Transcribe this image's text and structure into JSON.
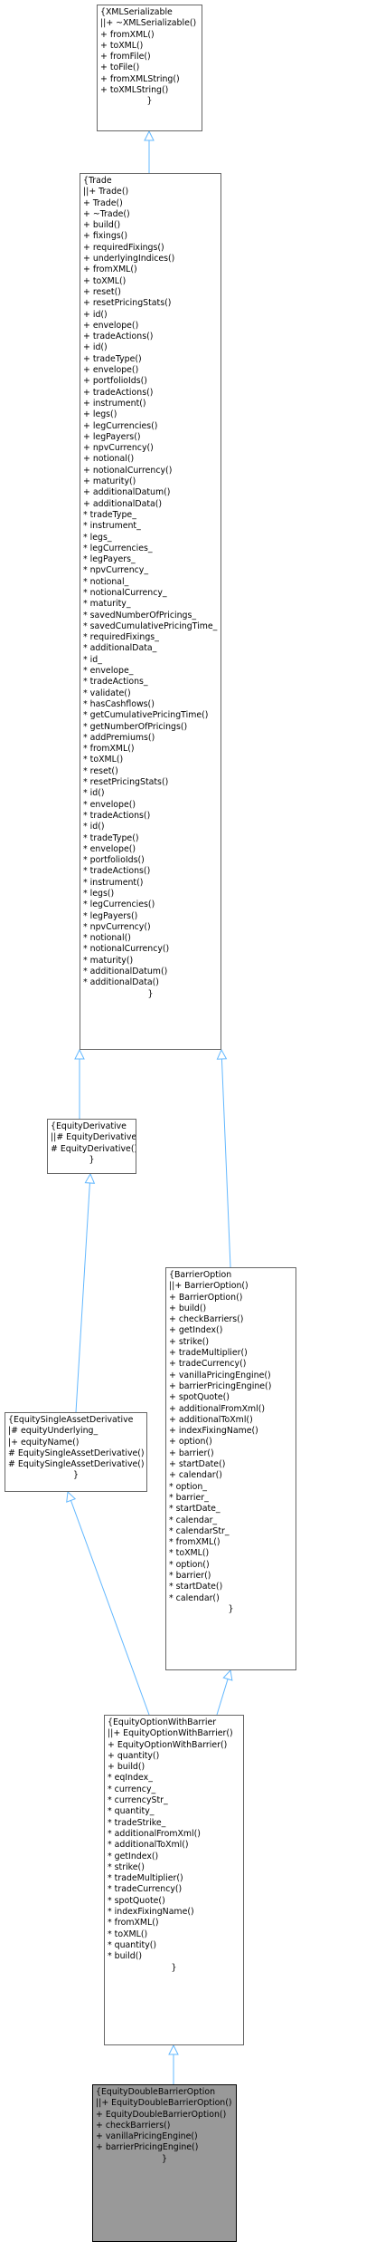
{
  "diagram": {
    "colors": {
      "box_border": "#666666",
      "edge": "#63B8FF",
      "focus_fill": "#999999",
      "focus_border": "#000000"
    },
    "classes": [
      {
        "id": "xml_serializable",
        "lines": [
          "{XMLSerializable",
          "||+ ~XMLSerializable()",
          "+ fromXML()",
          "+ toXML()",
          "+ fromFile()",
          "+ toFile()",
          "+ fromXMLString()",
          "+ toXMLString()",
          "}"
        ]
      },
      {
        "id": "trade",
        "lines": [
          "{Trade",
          "||+ Trade()",
          "+ Trade()",
          "+ ~Trade()",
          "+ build()",
          "+ fixings()",
          "+ requiredFixings()",
          "+ underlyingIndices()",
          "+ fromXML()",
          "+ toXML()",
          "+ reset()",
          "+ resetPricingStats()",
          "+ id()",
          "+ envelope()",
          "+ tradeActions()",
          "+ id()",
          "+ tradeType()",
          "+ envelope()",
          "+ portfolioIds()",
          "+ tradeActions()",
          "+ instrument()",
          "+ legs()",
          "+ legCurrencies()",
          "+ legPayers()",
          "+ npvCurrency()",
          "+ notional()",
          "+ notionalCurrency()",
          "+ maturity()",
          "+ additionalDatum()",
          "+ additionalData()",
          "* tradeType_",
          "* instrument_",
          "* legs_",
          "* legCurrencies_",
          "* legPayers_",
          "* npvCurrency_",
          "* notional_",
          "* notionalCurrency_",
          "* maturity_",
          "* savedNumberOfPricings_",
          "* savedCumulativePricingTime_",
          "* requiredFixings_",
          "* additionalData_",
          "* id_",
          "* envelope_",
          "* tradeActions_",
          "* validate()",
          "* hasCashflows()",
          "* getCumulativePricingTime()",
          "* getNumberOfPricings()",
          "* addPremiums()",
          "* fromXML()",
          "* toXML()",
          "* reset()",
          "* resetPricingStats()",
          "* id()",
          "* envelope()",
          "* tradeActions()",
          "* id()",
          "* tradeType()",
          "* envelope()",
          "* portfolioIds()",
          "* tradeActions()",
          "* instrument()",
          "* legs()",
          "* legCurrencies()",
          "* legPayers()",
          "* npvCurrency()",
          "* notional()",
          "* notionalCurrency()",
          "* maturity()",
          "* additionalDatum()",
          "* additionalData()",
          "}"
        ]
      },
      {
        "id": "equity_derivative",
        "lines": [
          "{EquityDerivative",
          "||# EquityDerivative()",
          "# EquityDerivative()",
          "}"
        ]
      },
      {
        "id": "barrier_option",
        "lines": [
          "{BarrierOption",
          "||+ BarrierOption()",
          "+ BarrierOption()",
          "+ build()",
          "+ checkBarriers()",
          "+ getIndex()",
          "+ strike()",
          "+ tradeMultiplier()",
          "+ tradeCurrency()",
          "+ vanillaPricingEngine()",
          "+ barrierPricingEngine()",
          "+ spotQuote()",
          "+ additionalFromXml()",
          "+ additionalToXml()",
          "+ indexFixingName()",
          "+ option()",
          "+ barrier()",
          "+ startDate()",
          "+ calendar()",
          "* option_",
          "* barrier_",
          "* startDate_",
          "* calendar_",
          "* calendarStr_",
          "* fromXML()",
          "* toXML()",
          "* option()",
          "* barrier()",
          "* startDate()",
          "* calendar()",
          "}"
        ]
      },
      {
        "id": "equity_single_asset_derivative",
        "lines": [
          "{EquitySingleAssetDerivative",
          "|# equityUnderlying_",
          "|+ equityName()",
          "# EquitySingleAssetDerivative()",
          "# EquitySingleAssetDerivative()",
          "}"
        ]
      },
      {
        "id": "equity_option_with_barrier",
        "lines": [
          "{EquityOptionWithBarrier",
          "||+ EquityOptionWithBarrier()",
          "+ EquityOptionWithBarrier()",
          "+ quantity()",
          "+ build()",
          "* eqIndex_",
          "* currency_",
          "* currencyStr_",
          "* quantity_",
          "* tradeStrike_",
          "* additionalFromXml()",
          "* additionalToXml()",
          "* getIndex()",
          "* strike()",
          "* tradeMultiplier()",
          "* tradeCurrency()",
          "* spotQuote()",
          "* indexFixingName()",
          "* fromXML()",
          "* toXML()",
          "* quantity()",
          "* build()",
          "}"
        ]
      },
      {
        "id": "equity_double_barrier_option",
        "lines": [
          "{EquityDoubleBarrierOption",
          "||+ EquityDoubleBarrierOption()",
          "+ EquityDoubleBarrierOption()",
          "+ checkBarriers()",
          "+ vanillaPricingEngine()",
          "+ barrierPricingEngine()",
          "}"
        ]
      }
    ]
  }
}
